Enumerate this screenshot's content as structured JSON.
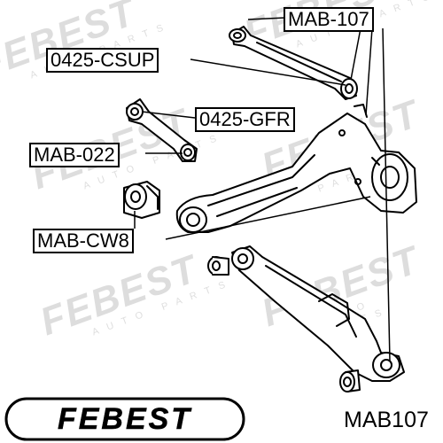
{
  "brand": "FEBEST",
  "watermark": {
    "brand": "FEBEST",
    "subtext": "AUTO PARTS"
  },
  "callouts": {
    "mab107": "MAB-107",
    "csup": "0425-CSUP",
    "gfr": "0425-GFR",
    "mab022": "MAB-022",
    "mabcw8": "MAB-CW8"
  },
  "part_number": "MAB107"
}
